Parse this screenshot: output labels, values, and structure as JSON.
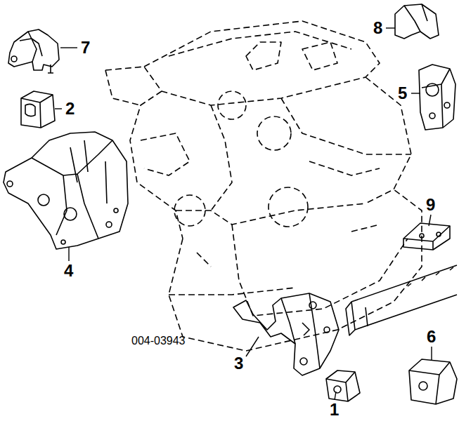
{
  "diagram": {
    "labels": [
      "7",
      "8",
      "2",
      "5",
      "9",
      "4",
      "004-03943",
      "6",
      "3",
      "1"
    ]
  }
}
